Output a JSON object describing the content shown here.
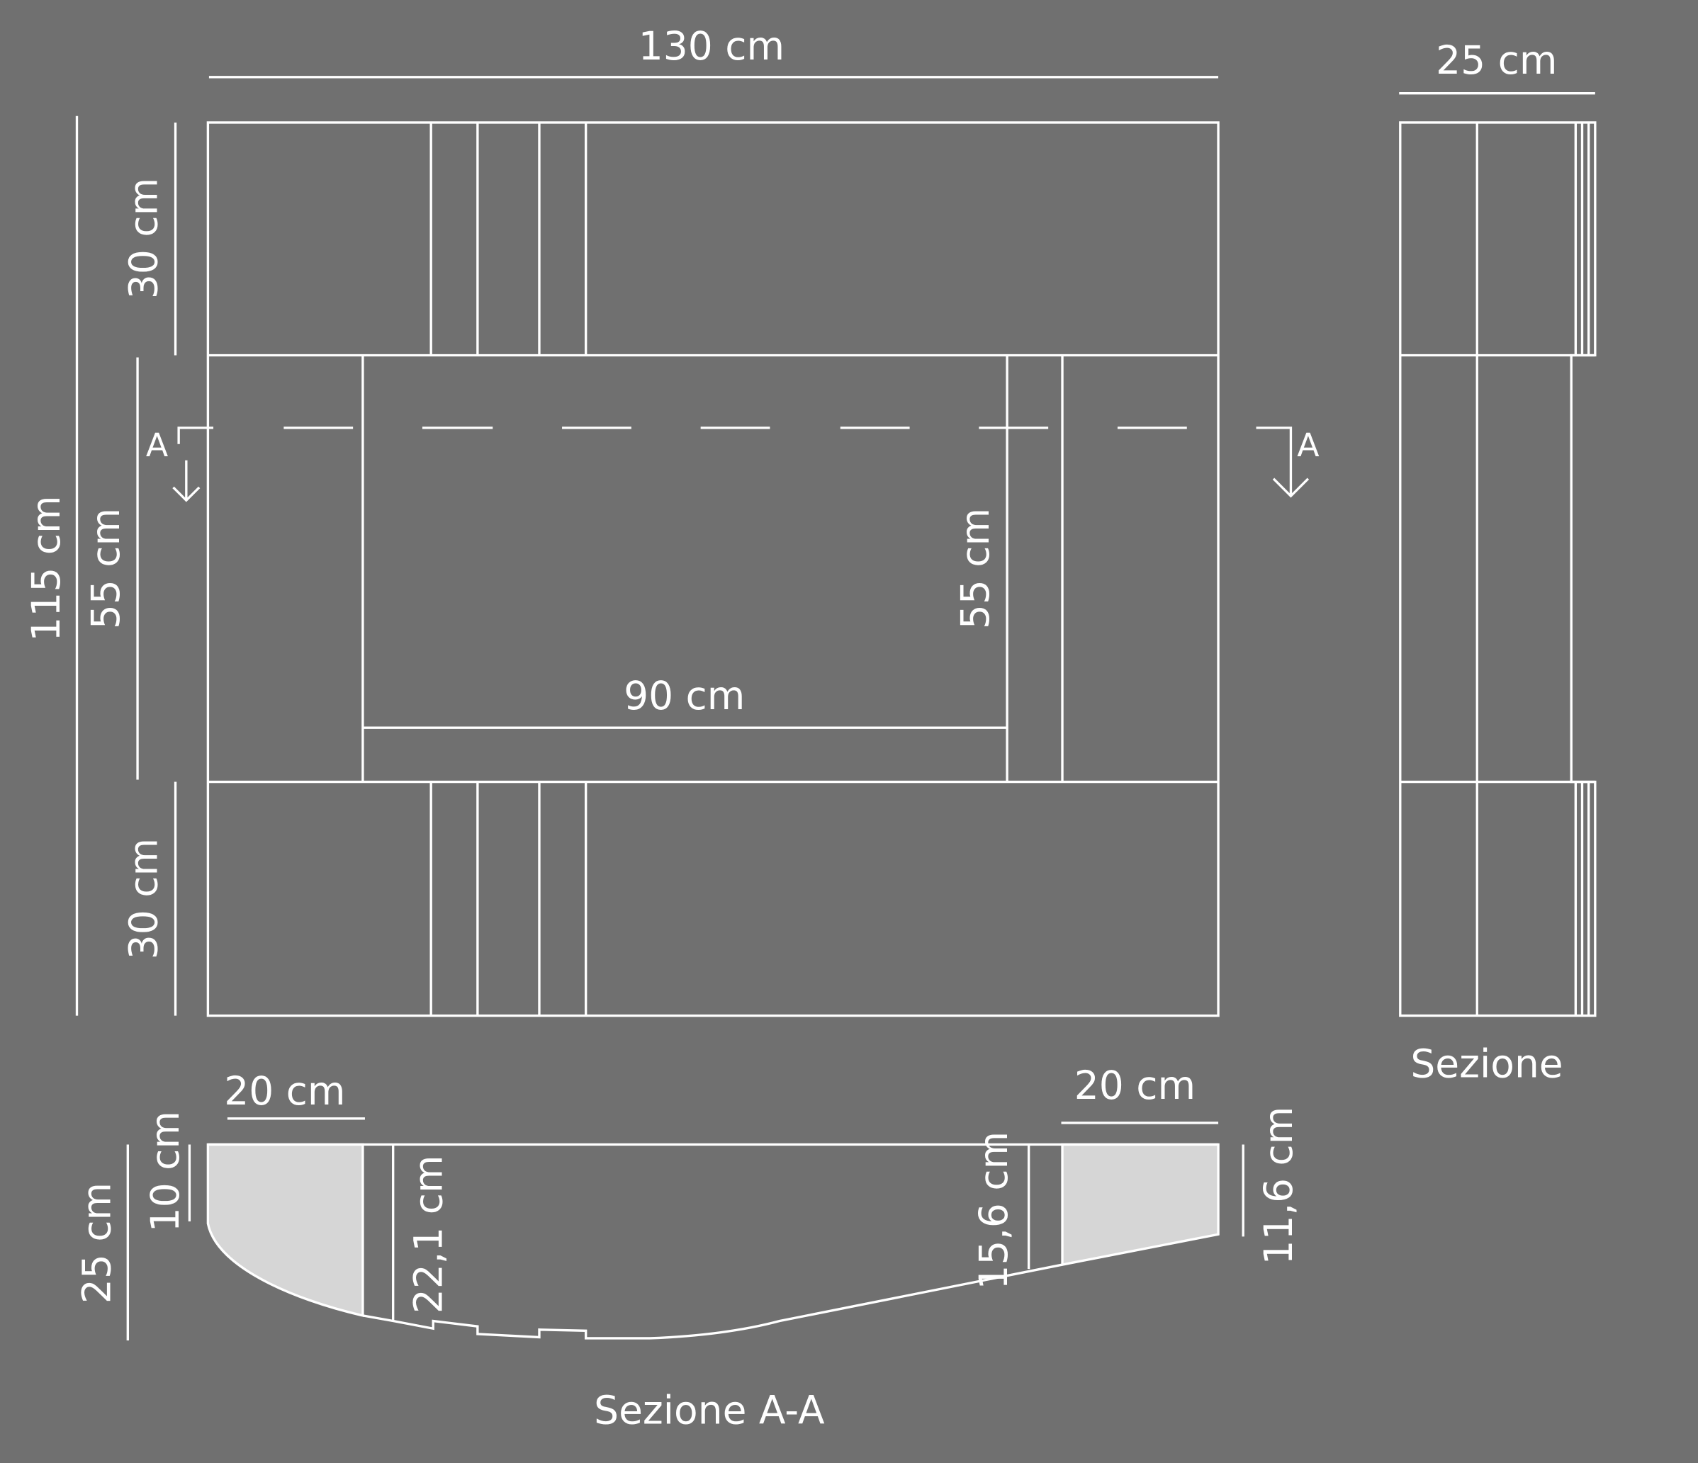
{
  "colors": {
    "background": "#707070",
    "line": "#ffffff",
    "section_fill": "#d6d6d6"
  },
  "front_view": {
    "width_label": "130 cm",
    "height_label": "115 cm",
    "top_band_label": "30 cm",
    "middle_band_label": "55 cm",
    "bottom_band_label": "30 cm",
    "inner_height_label": "55 cm",
    "inner_width_label": "90 cm",
    "cut_label_left": "A",
    "cut_label_right": "A"
  },
  "side_view": {
    "width_label": "25 cm",
    "title": "Sezione"
  },
  "section_view": {
    "left_width_label": "20 cm",
    "right_width_label": "20 cm",
    "left_top_label": "10 cm",
    "total_depth_label": "25 cm",
    "left_inner_label": "22,1 cm",
    "right_inner_label": "15,6 cm",
    "right_edge_label": "11,6 cm",
    "title": "Sezione A-A"
  }
}
